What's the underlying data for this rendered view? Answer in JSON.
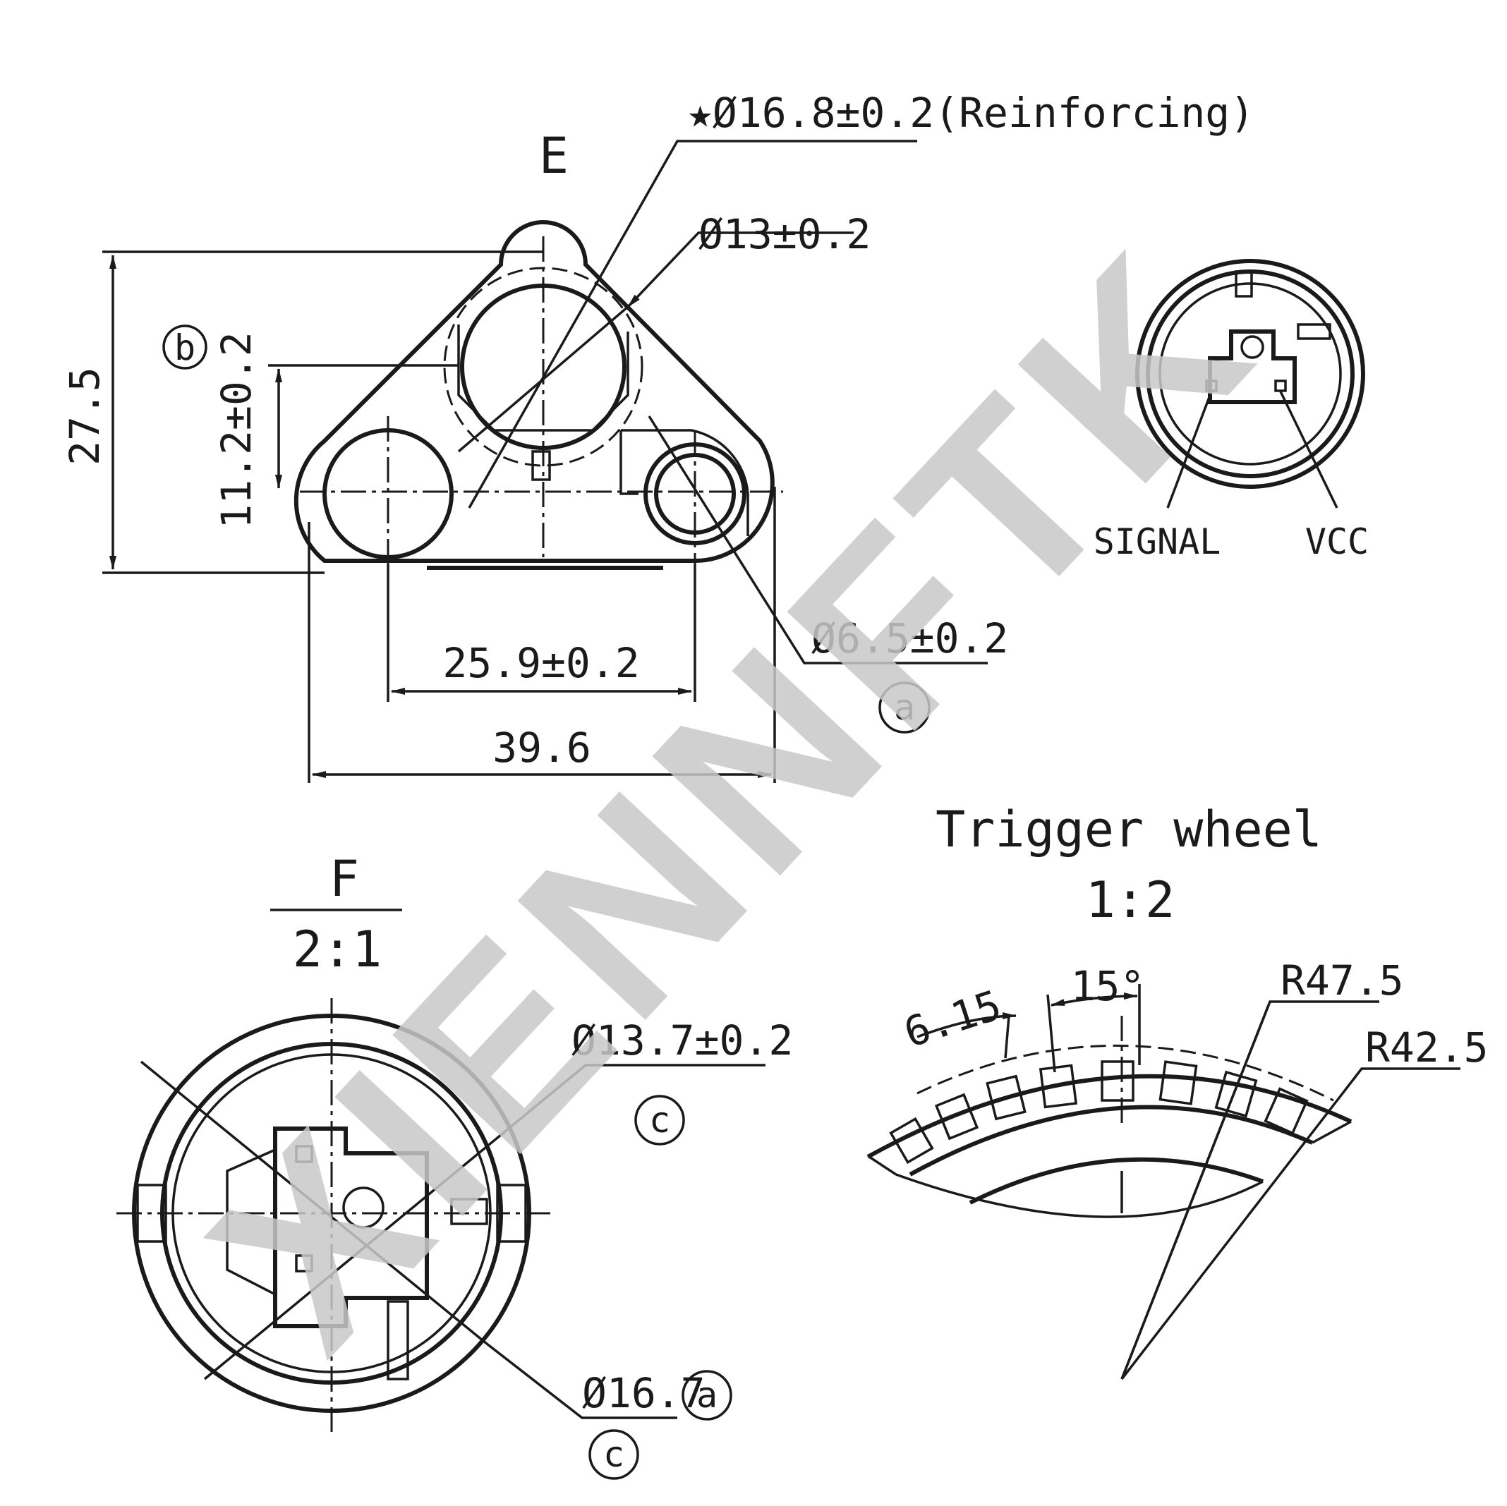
{
  "watermark": {
    "text": "XIENNFTK",
    "color": "#c8c8c8"
  },
  "view_e": {
    "label": "E",
    "datum_b": "b",
    "dims": {
      "reinforcing": "★Ø16.8±0.2(Reinforcing)",
      "bore": "Ø13±0.2",
      "offset": "11.2±0.2",
      "height": "27.5",
      "hole_spacing": "25.9±0.2",
      "width": "39.6",
      "hole": "Ø6.5±0.2",
      "hole_datum": "a"
    }
  },
  "connector": {
    "pins": {
      "signal": "SIGNAL",
      "vcc": "VCC"
    }
  },
  "view_f": {
    "label": "F",
    "scale": "2:1",
    "dims": {
      "outer": "Ø13.7±0.2",
      "outer_datum": "c",
      "inner": "Ø16.7",
      "inner_datum_a": "a",
      "inner_datum_c": "c"
    }
  },
  "trigger_wheel": {
    "title": "Trigger wheel",
    "scale": "1:2",
    "dims": {
      "pitch": "6.15",
      "angle": "15°",
      "r_outer": "R47.5",
      "r_inner": "R42.5"
    }
  }
}
